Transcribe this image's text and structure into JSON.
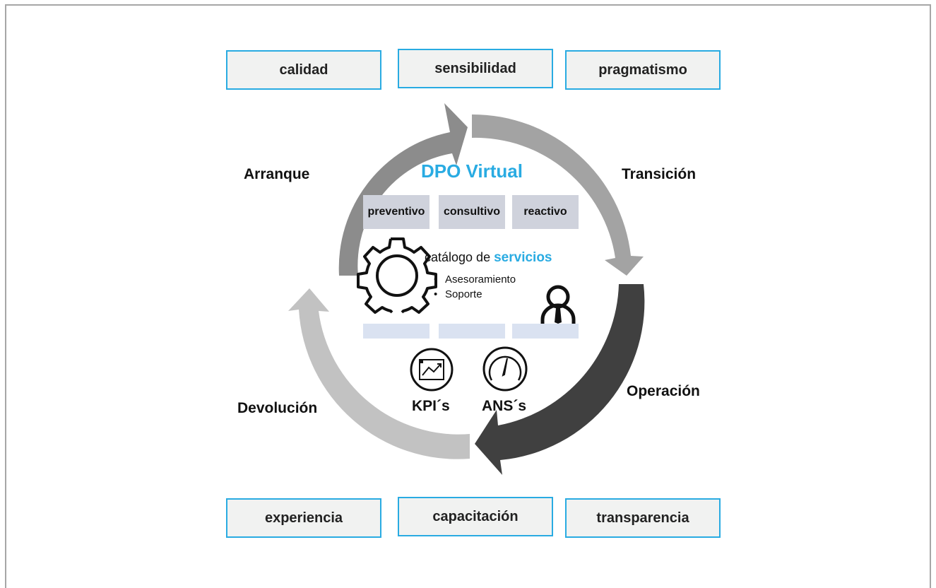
{
  "values_top": [
    "calidad",
    "sensibilidad",
    "pragmatismo"
  ],
  "values_bottom": [
    "experiencia",
    "capacitación",
    "transparencia"
  ],
  "phases": {
    "arranque": "Arranque",
    "transicion": "Transición",
    "operacion": "Operación",
    "devolucion": "Devolución"
  },
  "center": {
    "title": "DPO Virtual",
    "modes": [
      "preventivo",
      "consultivo",
      "reactivo"
    ],
    "catalog_prefix": "catálogo de",
    "catalog_highlight": "servicios",
    "services": [
      "Asesoramiento",
      "Soporte"
    ]
  },
  "metrics": {
    "kpi": "KPI´s",
    "ans": "ANS´s"
  },
  "colors": {
    "accent": "#29abe2",
    "arrow_arranque": "#8c8c8c",
    "arrow_transicion": "#a3a3a3",
    "arrow_operacion": "#404040",
    "arrow_devolucion": "#c2c2c2"
  },
  "icons": [
    "gear-icon",
    "person-tie-icon",
    "kpi-chart-icon",
    "gauge-icon"
  ]
}
